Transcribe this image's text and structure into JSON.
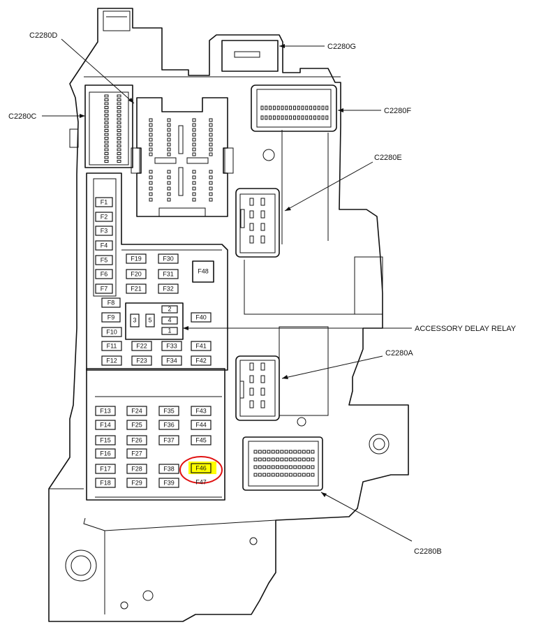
{
  "connectors": {
    "c2280d": "C2280D",
    "c2280c": "C2280C",
    "c2280g": "C2280G",
    "c2280f": "C2280F",
    "c2280e": "C2280E",
    "c2280a": "C2280A",
    "c2280b": "C2280B"
  },
  "relay_label": "ACCESSORY DELAY RELAY",
  "relay_pins": [
    "2",
    "3",
    "5",
    "4",
    "1"
  ],
  "highlight_color": "#ffff00",
  "circle_color": "#e01010",
  "fuses": {
    "f1": "F1",
    "f2": "F2",
    "f3": "F3",
    "f4": "F4",
    "f5": "F5",
    "f6": "F6",
    "f7": "F7",
    "f8": "F8",
    "f9": "F9",
    "f10": "F10",
    "f11": "F11",
    "f12": "F12",
    "f13": "F13",
    "f14": "F14",
    "f15": "F15",
    "f16": "F16",
    "f17": "F17",
    "f18": "F18",
    "f19": "F19",
    "f20": "F20",
    "f21": "F21",
    "f22": "F22",
    "f23": "F23",
    "f24": "F24",
    "f25": "F25",
    "f26": "F26",
    "f27": "F27",
    "f28": "F28",
    "f29": "F29",
    "f30": "F30",
    "f31": "F31",
    "f32": "F32",
    "f33": "F33",
    "f34": "F34",
    "f35": "F35",
    "f36": "F36",
    "f37": "F37",
    "f38": "F38",
    "f39": "F39",
    "f40": "F40",
    "f41": "F41",
    "f42": "F42",
    "f43": "F43",
    "f44": "F44",
    "f45": "F45",
    "f46": "F46",
    "f47": "F47",
    "f48": "F48"
  }
}
